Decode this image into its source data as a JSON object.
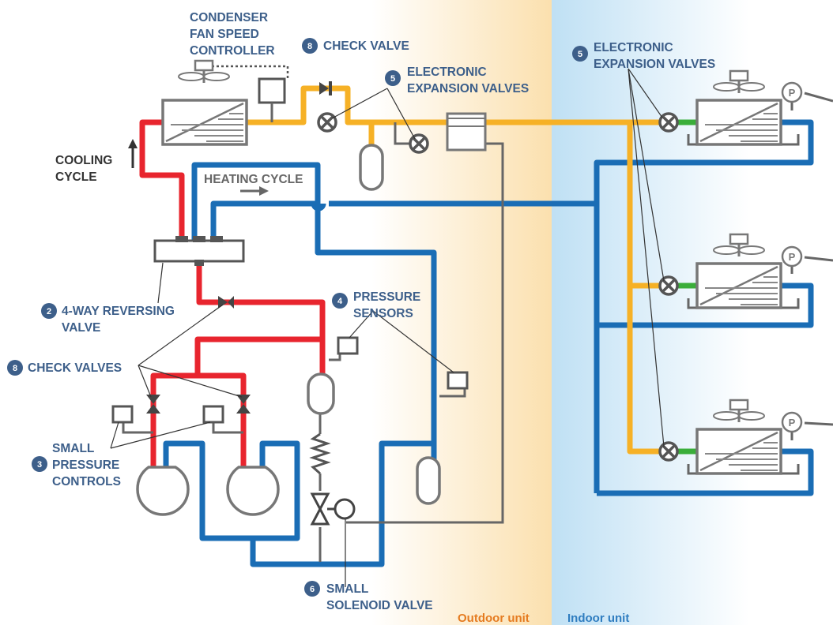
{
  "labels": {
    "condenser_fan": [
      "CONDENSER",
      "FAN SPEED",
      "CONTROLLER"
    ],
    "check_valve": "CHECK VALVE",
    "eev_outdoor": [
      "ELECTRONIC",
      "EXPANSION VALVES"
    ],
    "eev_indoor": [
      "ELECTRONIC",
      "EXPANSION VALVES"
    ],
    "cooling_cycle": [
      "COOLING",
      "CYCLE"
    ],
    "heating_cycle": "HEATING CYCLE",
    "reversing_valve": [
      "4-WAY REVERSING",
      "VALVE"
    ],
    "pressure_sensors": [
      "PRESSURE",
      "SENSORS"
    ],
    "check_valves": "CHECK VALVES",
    "small_pressure_controls": [
      "SMALL",
      "PRESSURE",
      "CONTROLS"
    ],
    "small_solenoid_valve": [
      "SMALL",
      "SOLENOID VALVE"
    ],
    "outdoor_unit": "Outdoor unit",
    "indoor_unit": "Indoor unit",
    "pressure_gauge": "P"
  },
  "badges": {
    "check_valve": "8",
    "eev_outdoor": "5",
    "eev_indoor": "5",
    "reversing_valve": "2",
    "pressure_sensors": "4",
    "check_valves": "8",
    "small_pressure_controls": "3",
    "small_solenoid_valve": "6"
  },
  "colors": {
    "high_pressure_line": "#e8252e",
    "low_pressure_line": "#1a6db5",
    "liquid_line": "#f6b126",
    "indoor_feed_line": "#3aae3a",
    "label_blue": "#3d5f8a",
    "outdoor_zone": "#fbe3b5",
    "indoor_zone": "#c6e4f5"
  }
}
